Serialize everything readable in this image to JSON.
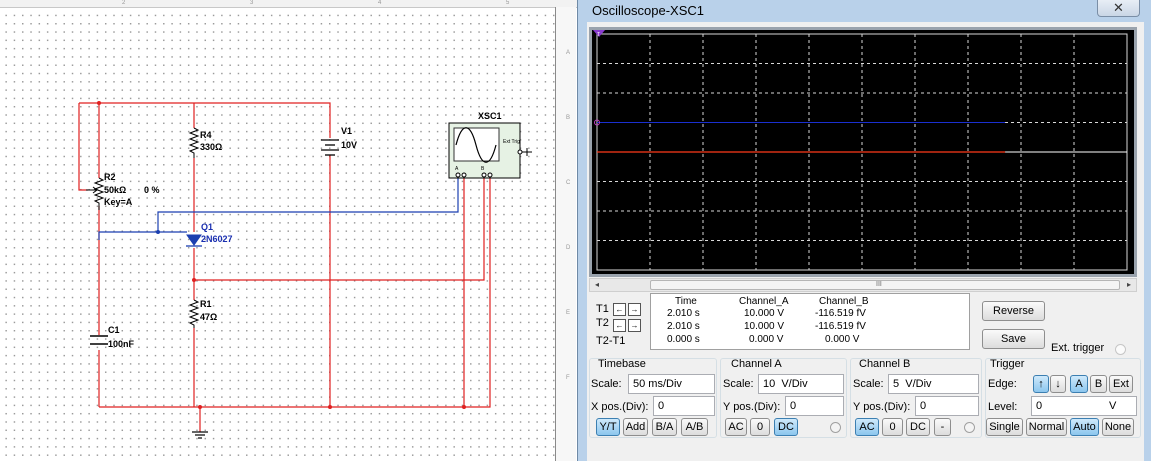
{
  "schematic": {
    "r4": {
      "ref": "R4",
      "value": "330Ω"
    },
    "r2": {
      "ref": "R2",
      "value": "50kΩ",
      "percent": "0 %",
      "key": "Key=A"
    },
    "v1": {
      "ref": "V1",
      "value": "10V"
    },
    "q1": {
      "ref": "Q1",
      "part": "2N6027"
    },
    "r1": {
      "ref": "R1",
      "value": "47Ω"
    },
    "c1": {
      "ref": "C1",
      "value": "100nF"
    },
    "xsc1": {
      "ref": "XSC1",
      "ext_trig": "Ext Trig",
      "ch_a": "A",
      "ch_b": "B"
    },
    "ruler_numbers": [
      "2",
      "3",
      "4",
      "5"
    ],
    "ruler_letters": [
      "A",
      "B",
      "C",
      "D",
      "E",
      "F"
    ],
    "colors": {
      "wire_red": "#e02020",
      "wire_blue": "#1b3fb0"
    }
  },
  "scope": {
    "title": "Oscilloscope-XSC1",
    "close_icon": "✕",
    "screen": {
      "background": "#000000",
      "grid": "#d8d8d8",
      "channel_a_color": "#1a2fd0",
      "channel_b_color": "#ff3a1a"
    },
    "scrollbar": {
      "left_arrow": "◂",
      "right_arrow": "▸",
      "grip": "III"
    },
    "cursor_rows": [
      {
        "label": "T1",
        "time": "2.010 s",
        "ch_a": "10.000 V",
        "ch_b": "-116.519 fV"
      },
      {
        "label": "T2",
        "time": "2.010 s",
        "ch_a": "10.000 V",
        "ch_b": "-116.519 fV"
      },
      {
        "label": "T2-T1",
        "time": "0.000 s",
        "ch_a": "0.000 V",
        "ch_b": "0.000 V"
      }
    ],
    "readout_headers": {
      "time": "Time",
      "ch_a": "Channel_A",
      "ch_b": "Channel_B"
    },
    "arrow_left": "←",
    "arrow_right": "→",
    "buttons": {
      "reverse": "Reverse",
      "save": "Save",
      "ext_trigger": "Ext. trigger"
    },
    "timebase": {
      "title": "Timebase",
      "scale_label": "Scale:",
      "scale": "50 ms/Div",
      "xpos_label": "X pos.(Div):",
      "xpos": "0",
      "modes": [
        "Y/T",
        "Add",
        "B/A",
        "A/B"
      ],
      "active_mode": "Y/T"
    },
    "channel_a": {
      "title": "Channel A",
      "scale_label": "Scale:",
      "scale": "10  V/Div",
      "ypos_label": "Y pos.(Div):",
      "ypos": "0",
      "coupling": [
        "AC",
        "0",
        "DC"
      ],
      "active": "DC"
    },
    "channel_b": {
      "title": "Channel B",
      "scale_label": "Scale:",
      "scale": "5  V/Div",
      "ypos_label": "Y pos.(Div):",
      "ypos": "0",
      "coupling": [
        "AC",
        "0",
        "DC",
        "-"
      ],
      "active": "AC"
    },
    "trigger": {
      "title": "Trigger",
      "edge_label": "Edge:",
      "edge_rising": "↑",
      "edge_falling": "↓",
      "sources": [
        "A",
        "B",
        "Ext"
      ],
      "active_source": "A",
      "level_label": "Level:",
      "level": "0",
      "level_unit": "V",
      "modes": [
        "Single",
        "Normal",
        "Auto",
        "None"
      ],
      "active_mode": "Auto"
    }
  }
}
